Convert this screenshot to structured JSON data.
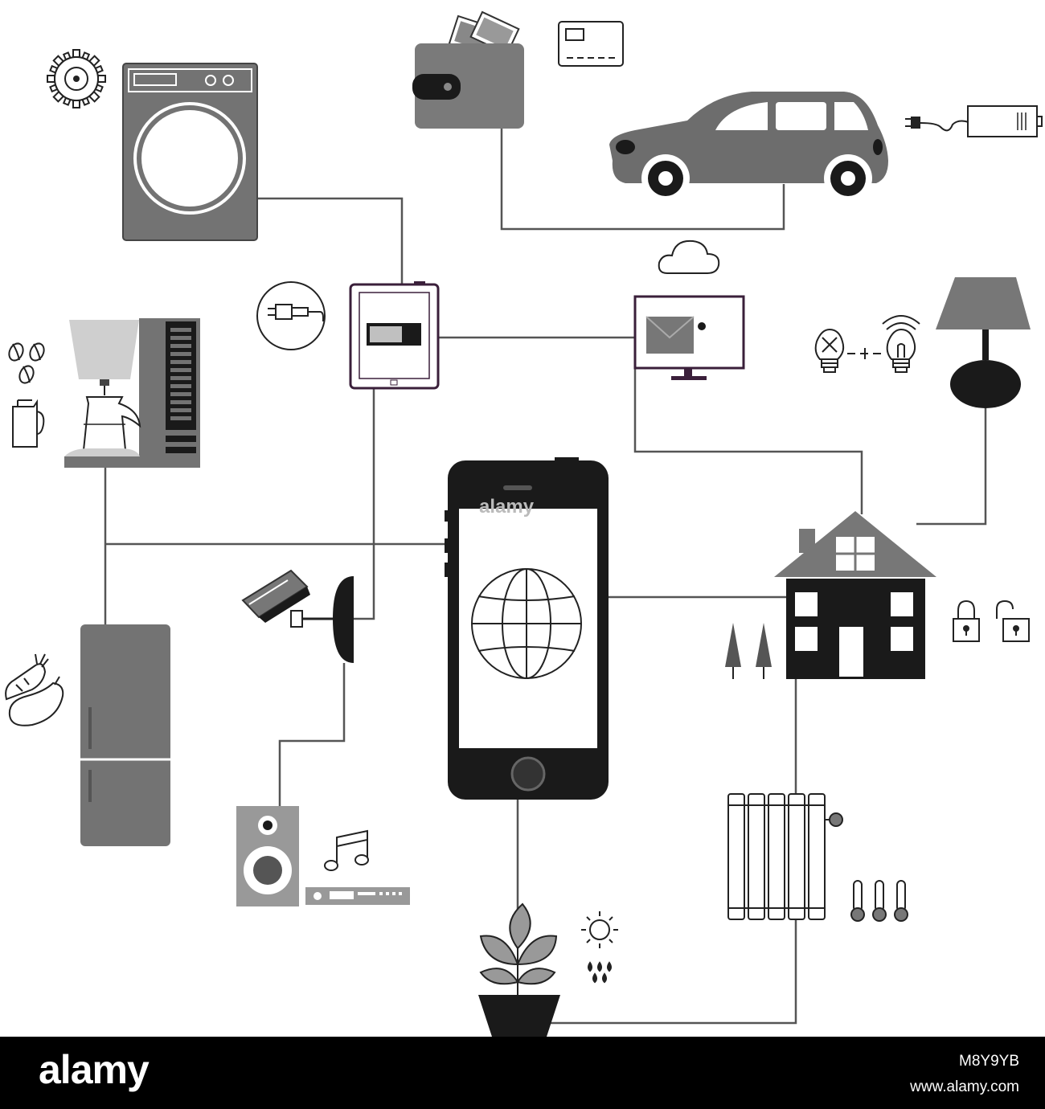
{
  "watermark": "alamy",
  "footer": {
    "logo": "alamy",
    "image_id": "M8Y9YB",
    "url": "www.alamy.com"
  },
  "colors": {
    "device_gray": "#737373",
    "light_gray": "#c8c8c8",
    "black": "#1a1a1a",
    "tablet_frame": "#3a1f3a",
    "wire": "#555555",
    "footer_bg": "#000000"
  },
  "hub": {
    "device": "smartphone",
    "screen_icon": "globe-icon"
  },
  "nodes": [
    "washing-machine",
    "wallet",
    "credit-card",
    "car",
    "charger",
    "tablet",
    "monitor",
    "cloud",
    "lamp",
    "light-bulbs",
    "coffee-maker",
    "coffee-beans",
    "milk-jug",
    "refrigerator",
    "vegetables",
    "security-camera",
    "speaker",
    "music-note",
    "stereo",
    "house",
    "trees",
    "padlocks",
    "radiator",
    "thermometers",
    "plant",
    "sun-rain",
    "cog"
  ]
}
